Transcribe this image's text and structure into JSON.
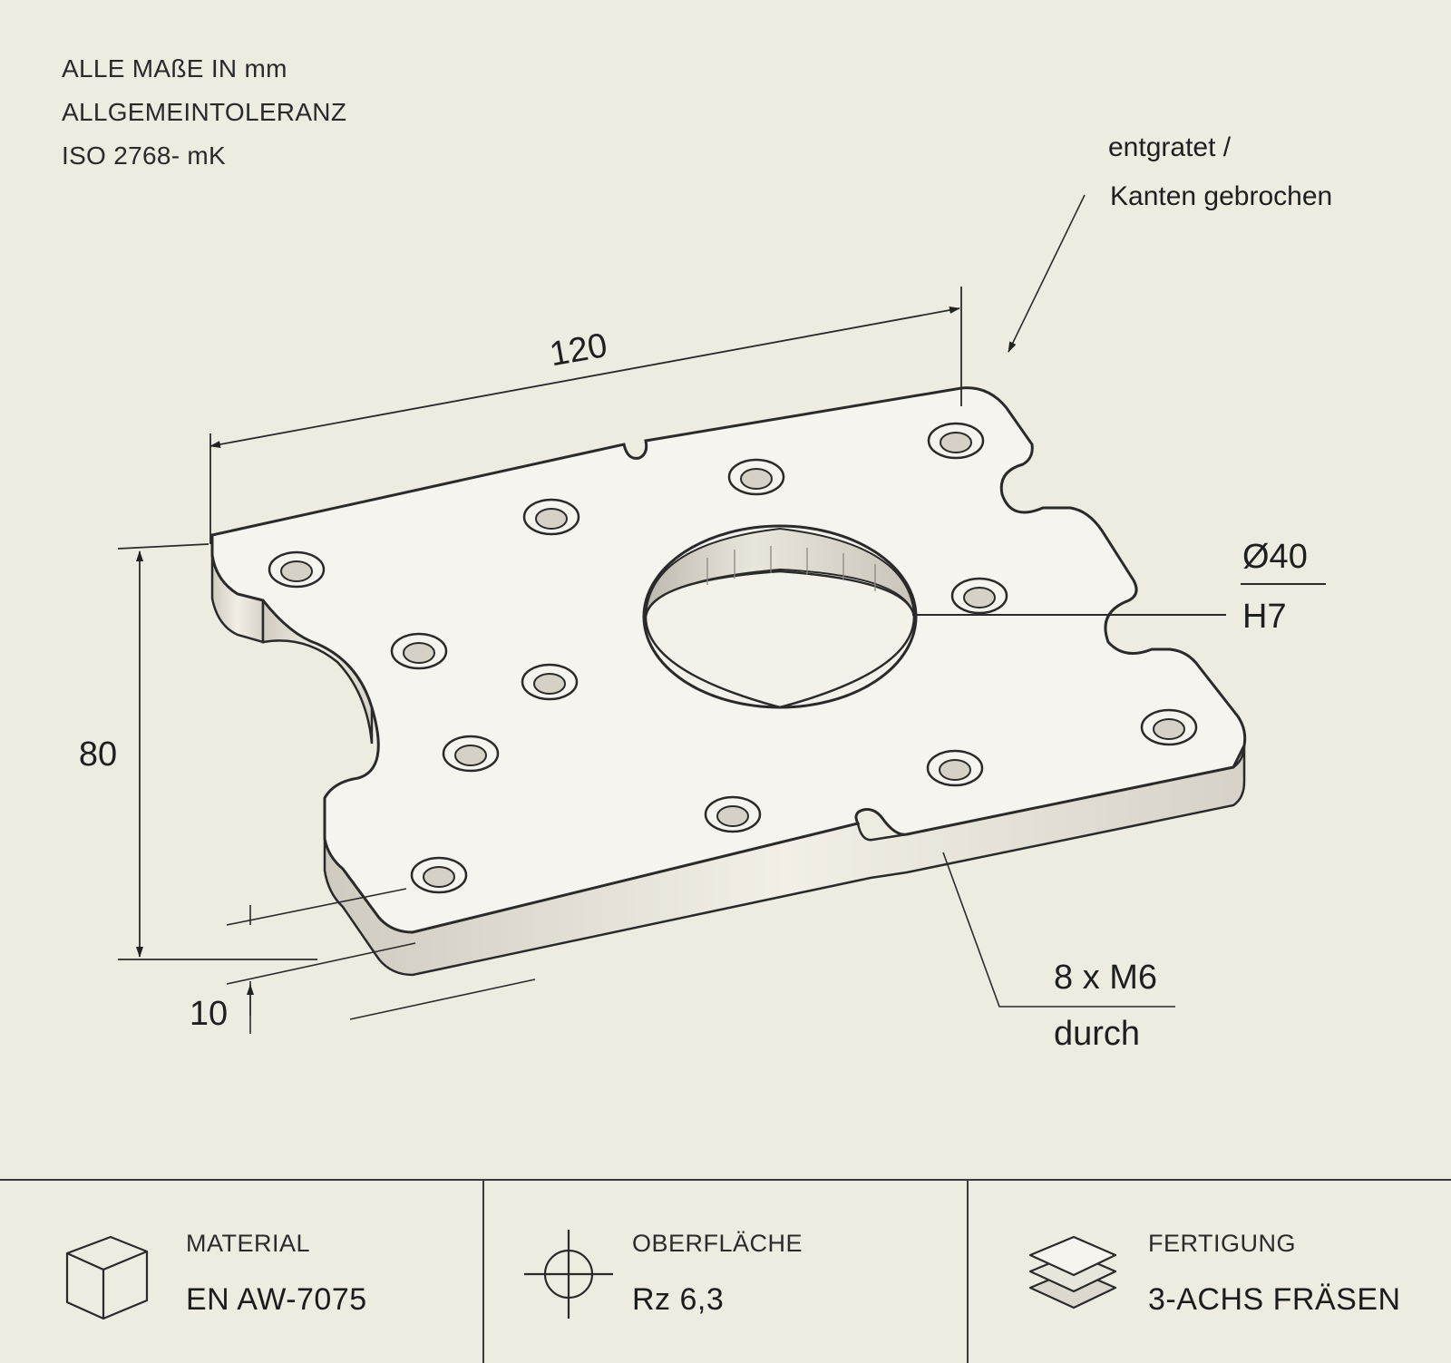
{
  "notes": {
    "line1": "ALLE MAßE IN mm",
    "line2": "ALLGEMEINTOLERANZ",
    "line3": "ISO 2768- mK"
  },
  "callouts": {
    "edge_line1": "entgratet /",
    "edge_line2": "Kanten gebrochen",
    "bore_dia": "Ø40",
    "bore_fit": "H7",
    "thread_spec": "8 x M6",
    "thread_depth": "durch"
  },
  "dimensions": {
    "length": "120",
    "width": "80",
    "thickness": "10"
  },
  "footer": {
    "material_label": "MATERIAL",
    "material_value": "EN AW-7075",
    "surface_label": "OBERFLÄCHE",
    "surface_value": "Rz 6,3",
    "process_label": "FERTIGUNG",
    "process_value": "3-ACHS FRÄSEN"
  },
  "icons": {
    "material": "cube-icon",
    "surface": "crosshair-icon",
    "process": "layers-icon"
  }
}
